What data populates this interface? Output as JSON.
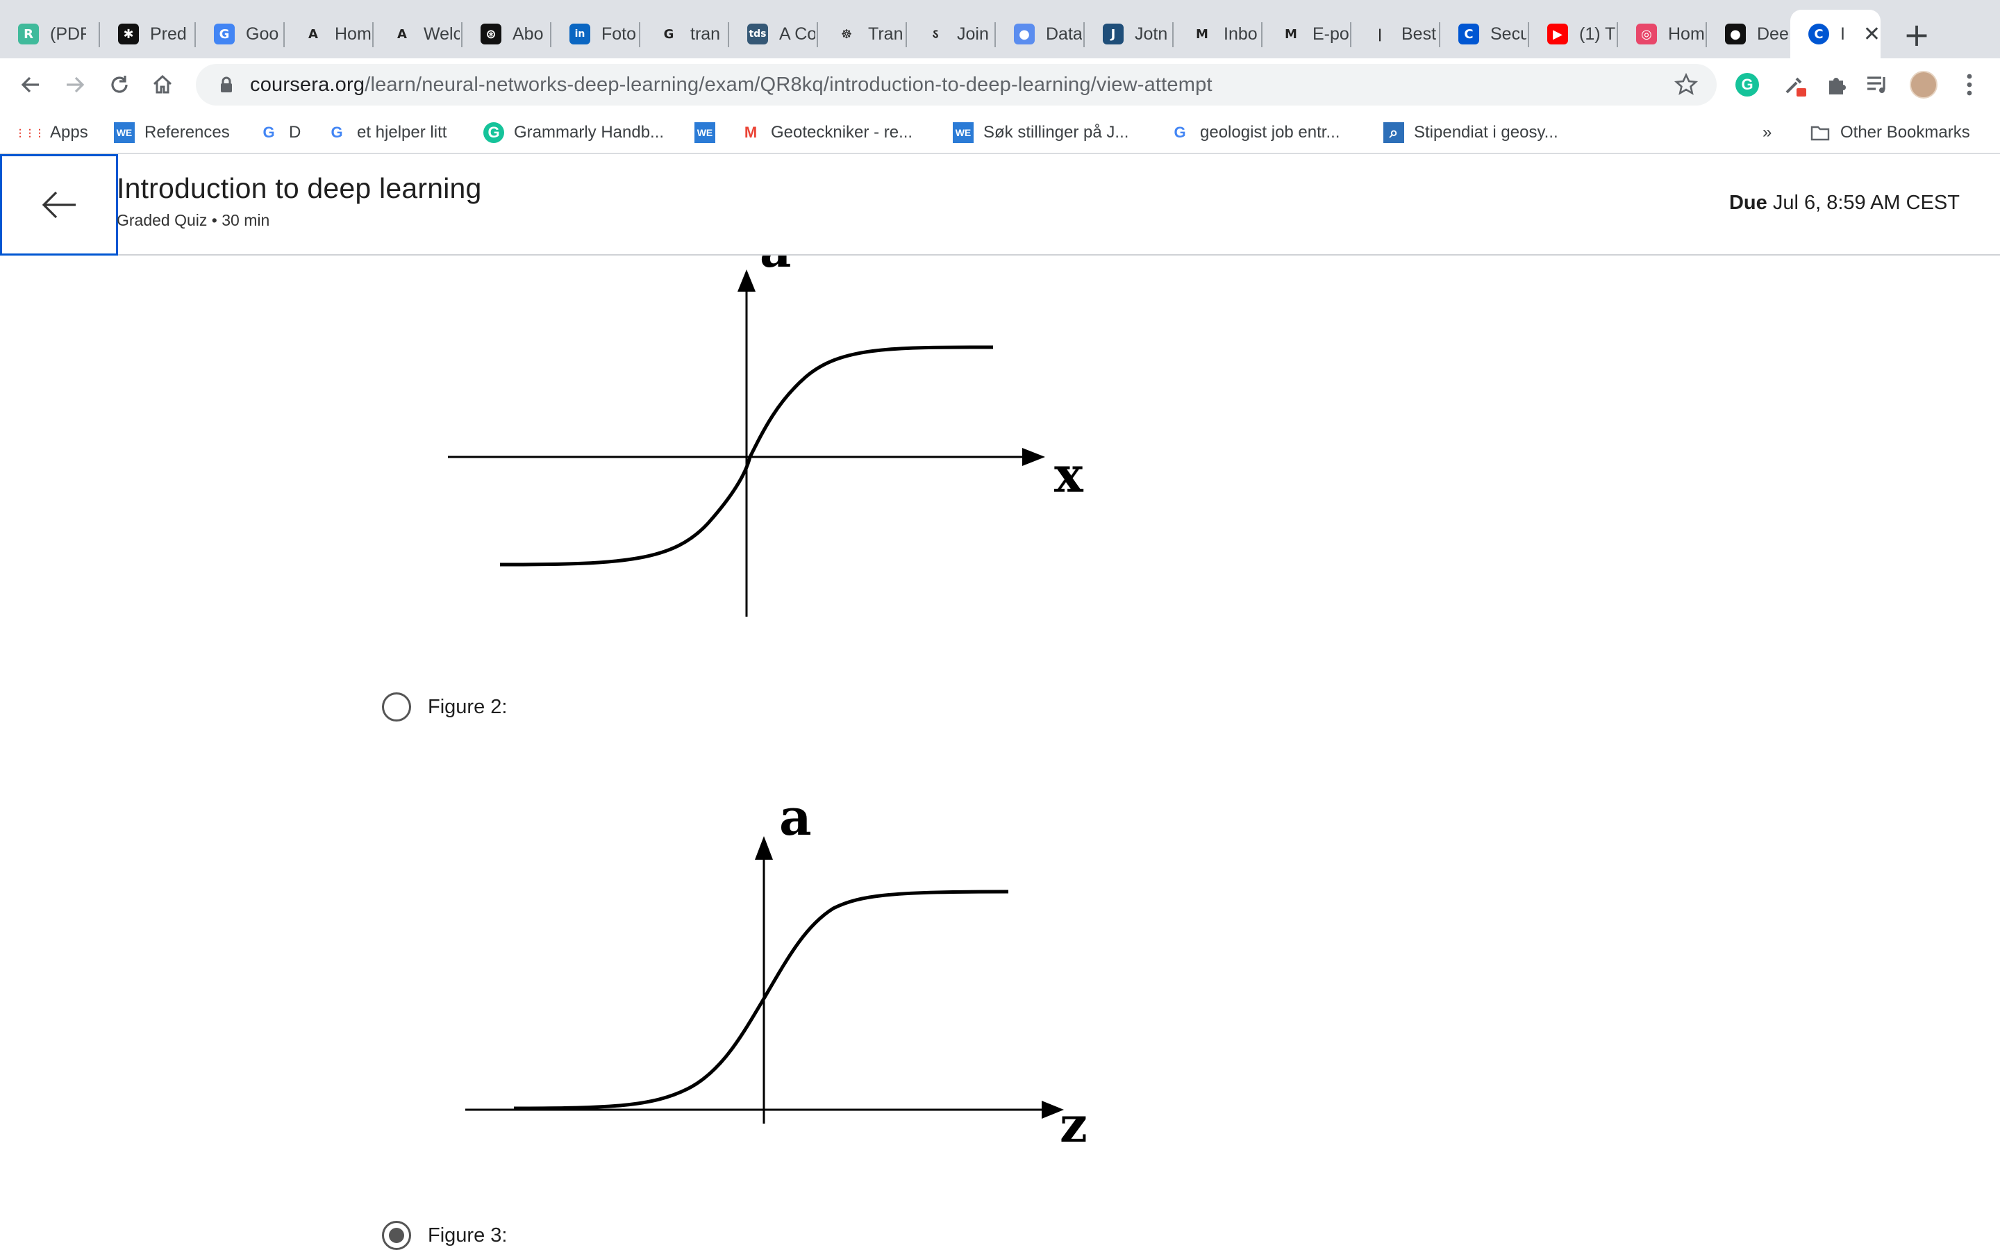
{
  "tabs": [
    {
      "title": "(PDF",
      "icon": "researchgate-icon",
      "color": "#40ba9b",
      "glyph": "R"
    },
    {
      "title": "Pred",
      "icon": "gear-logo-icon",
      "color": "#111111",
      "glyph": "✱"
    },
    {
      "title": "Goo",
      "icon": "google-translate-icon",
      "color": "#4285f4",
      "glyph": "G"
    },
    {
      "title": "Hom",
      "icon": "letter-a-icon",
      "color": "#ffffff",
      "glyph": "A"
    },
    {
      "title": "Welc",
      "icon": "letter-a-icon",
      "color": "#ffffff",
      "glyph": "A"
    },
    {
      "title": "Abo",
      "icon": "openai-icon",
      "color": "#111111",
      "glyph": "⊛"
    },
    {
      "title": "Foto",
      "icon": "linkedin-icon",
      "color": "#0a66c2",
      "glyph": "in"
    },
    {
      "title": "tran",
      "icon": "google-icon",
      "color": "#ffffff",
      "glyph": "G"
    },
    {
      "title": "A Co",
      "icon": "tds-icon",
      "color": "#355876",
      "glyph": "tds"
    },
    {
      "title": "Tran",
      "icon": "huggingface-icon",
      "color": "#ffffff",
      "glyph": "☸"
    },
    {
      "title": "Join",
      "icon": "s-logo-icon",
      "color": "#ffffff",
      "glyph": "ऽ"
    },
    {
      "title": "Data",
      "icon": "drop-icon",
      "color": "#5b8def",
      "glyph": "●"
    },
    {
      "title": "Jotn",
      "icon": "letter-j-icon",
      "color": "#1f4e79",
      "glyph": "J"
    },
    {
      "title": "Inbo",
      "icon": "gmail-icon",
      "color": "#ffffff",
      "glyph": "M"
    },
    {
      "title": "E-po",
      "icon": "gmail-icon",
      "color": "#ffffff",
      "glyph": "M"
    },
    {
      "title": "Best",
      "icon": "bars-icon",
      "color": "#ffffff",
      "glyph": "|"
    },
    {
      "title": "Secu",
      "icon": "coursera-icon",
      "color": "#0056d2",
      "glyph": "C"
    },
    {
      "title": "(1) T",
      "icon": "youtube-icon",
      "color": "#ff0000",
      "glyph": "▶"
    },
    {
      "title": "Hom",
      "icon": "target-icon",
      "color": "#e8476a",
      "glyph": "◎"
    },
    {
      "title": "Dee",
      "icon": "github-icon",
      "color": "#111111",
      "glyph": "●"
    }
  ],
  "active_tab": {
    "title": "I",
    "icon": "coursera-icon",
    "color": "#0056d2",
    "glyph": "C"
  },
  "address_bar": {
    "domain": "coursera.org",
    "path": "/learn/neural-networks-deep-learning/exam/QR8kq/introduction-to-deep-learning/view-attempt"
  },
  "bookmarks": [
    {
      "label": "Apps",
      "icon": "apps-grid-icon"
    },
    {
      "label": "References",
      "icon": "we-icon"
    },
    {
      "label": "D",
      "icon": "google-icon"
    },
    {
      "label": "et hjelper litt",
      "icon": "google-translate-icon"
    },
    {
      "label": "Grammarly Handb...",
      "icon": "grammarly-icon"
    },
    {
      "label": "",
      "icon": "we-icon"
    },
    {
      "label": "Geoteckniker - re...",
      "icon": "gmail-icon"
    },
    {
      "label": "Søk stillinger på J...",
      "icon": "we-icon"
    },
    {
      "label": "geologist job entr...",
      "icon": "google-icon"
    },
    {
      "label": "Stipendiat i geosy...",
      "icon": "search-square-icon"
    }
  ],
  "bookmarks_overflow": "»",
  "other_bookmarks": "Other Bookmarks",
  "course": {
    "title": "Introduction to deep learning",
    "subtitle": "Graded Quiz • 30 min",
    "due_label": "Due",
    "due_value": " Jul 6, 8:59 AM CEST"
  },
  "figures": [
    {
      "y_label": "a",
      "x_label": "x",
      "curve": "tanh"
    },
    {
      "y_label": "a",
      "x_label": "z",
      "curve": "sigmoid"
    }
  ],
  "options": [
    {
      "label": "Figure 2:",
      "selected": false
    },
    {
      "label": "Figure 3:",
      "selected": true
    }
  ],
  "colors": {
    "coursera_blue": "#0056d2",
    "tab_strip": "#dee1e6"
  }
}
